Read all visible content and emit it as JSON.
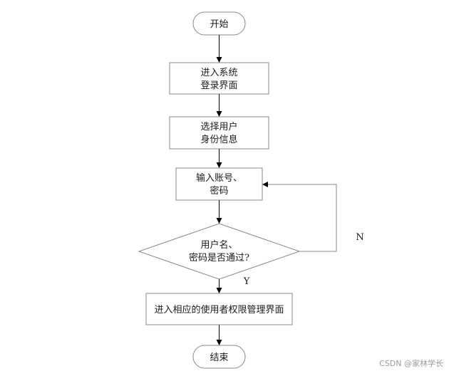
{
  "nodes": {
    "start": "开始",
    "enter_login_line1": "进入系统",
    "enter_login_line2": "登录界面",
    "select_identity_line1": "选择用户",
    "select_identity_line2": "身份信息",
    "input_credentials_line1": "输入账号、",
    "input_credentials_line2": "密码",
    "decision_line1": "用户名、",
    "decision_line2": "密码是否通过?",
    "enter_interface": "进入相应的使用者权限管理界面",
    "end": "结束"
  },
  "edge_labels": {
    "no": "N",
    "yes": "Y"
  },
  "watermark": "CSDN @家林学长"
}
